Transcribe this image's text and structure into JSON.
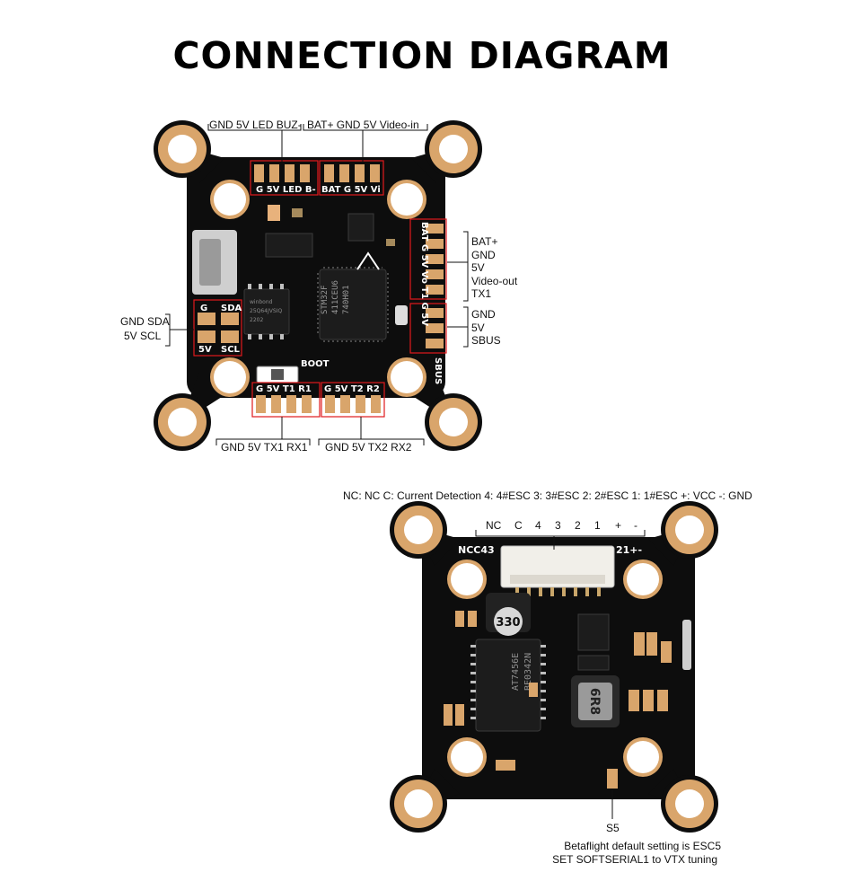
{
  "title": "CONNECTION  DIAGRAM",
  "fc_board": {
    "top_left_pins": "GND  5V  LED  BUZ-",
    "top_right_pins": "BAT+  GND  5V  Video-in",
    "silk_top_left": "G 5V LED B-",
    "silk_top_right": "BAT G  5V  Vi",
    "right_group1": [
      "BAT+",
      "GND",
      "5V",
      "Video-out",
      "TX1"
    ],
    "right_group2": [
      "GND",
      "5V",
      "SBUS"
    ],
    "silk_right": "BAT G 5V Vo T1  G  5V",
    "silk_sbus": "SBUS",
    "left_row1": "GND  SDA",
    "left_row2": "5V     SCL",
    "silk_left_g": "G",
    "silk_left_sda": "SDA",
    "silk_left_5v": "5V",
    "silk_left_scl": "SCL",
    "bottom_left_pins": "GND   5V   TX1   RX1",
    "bottom_right_pins": "GND   5V   TX2   RX2",
    "silk_bottom_left": "G  5V T1  R1",
    "silk_bottom_right": "G  5V T2 R2",
    "silk_boot": "BOOT",
    "mcu_text": [
      "STM32F",
      "411CEU6",
      "740H01"
    ],
    "flash_text": [
      "winbond",
      "25Q64JVSIQ",
      "2202"
    ]
  },
  "esc_board": {
    "legend": "NC: NC  C: Current Detection  4: 4#ESC  3: 3#ESC    2: 2#ESC  1: 1#ESC  +: VCC  -: GND",
    "connector_pins": [
      "NC",
      "C",
      "4",
      "3",
      "2",
      "1",
      "+",
      "-"
    ],
    "silk_left": "NCC43",
    "silk_right": "21+-",
    "inductor_label": "330",
    "big_inductor_label": "6R8",
    "chip_text": [
      "AT7456E",
      "BE0342N"
    ],
    "pad_label": "S5",
    "note_line1": "Betaflight default setting is ESC5",
    "note_line2": "SET SOFTSERIAL1 to VTX tuning"
  },
  "colors": {
    "pcb": "#0d0d0d",
    "pad_gold": "#d9a56b",
    "silk": "#ffffff",
    "callout_red": "#e0191d"
  }
}
